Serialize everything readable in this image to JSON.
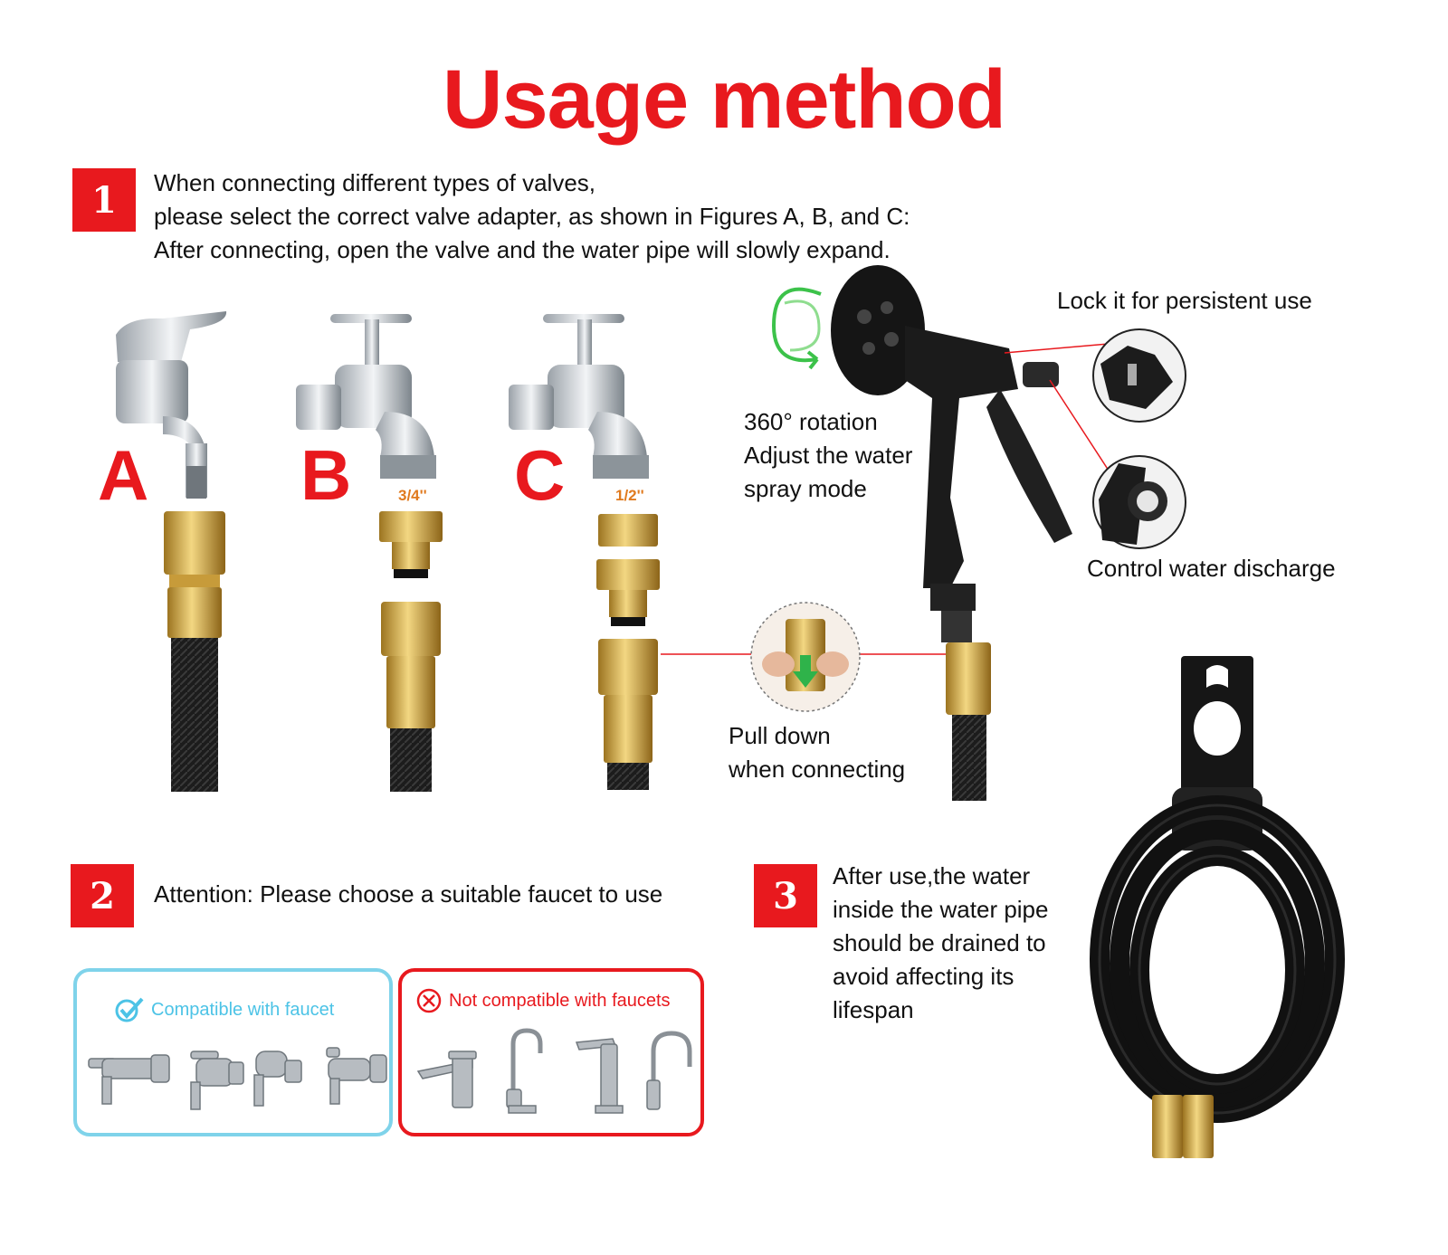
{
  "title": "Usage method",
  "step1": {
    "number": "1",
    "line1": "When connecting different types of valves,",
    "line2": "please select the correct valve adapter, as shown in Figures A, B, and C:",
    "line3": "After connecting, open the valve and the water pipe will slowly expand."
  },
  "faucets": {
    "a": "A",
    "b": "B",
    "c": "C",
    "b_size": "3/4''",
    "c_size": "1/2''"
  },
  "nozzle": {
    "rotation_line1": "360° rotation",
    "rotation_line2": "Adjust the water",
    "rotation_line3": "spray mode",
    "lock_label": "Lock it for persistent use",
    "control_label": "Control water discharge",
    "pull_line1": "Pull down",
    "pull_line2": "when connecting"
  },
  "step2": {
    "number": "2",
    "text": "Attention: Please choose a suitable faucet to use",
    "compatible": "Compatible with faucet",
    "not_compatible": "Not compatible with faucets"
  },
  "step3": {
    "number": "3",
    "line1": "After use,the water",
    "line2": "inside the water pipe",
    "line3": "should be drained to",
    "line4": "avoid affecting its",
    "line5": "lifespan"
  },
  "colors": {
    "accent_red": "#e8191e",
    "compatible_blue": "#4cc3e6",
    "size_orange": "#e07a1e",
    "brass": "#d6a93a"
  }
}
